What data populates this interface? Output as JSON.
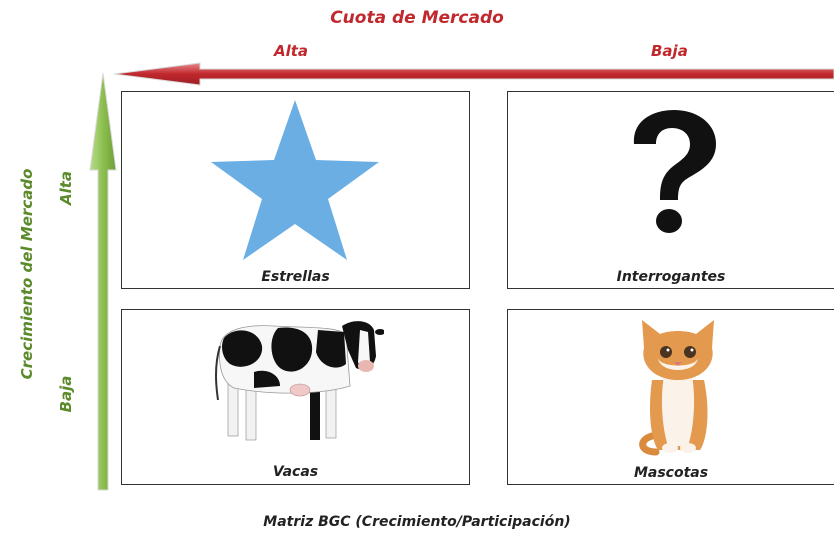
{
  "top_axis": {
    "title": "Cuota de Mercado",
    "high": "Alta",
    "low": "Baja"
  },
  "side_axis": {
    "title": "Crecimiento del Mercado",
    "high": "Alta",
    "low": "Baja"
  },
  "quadrants": {
    "stars": {
      "label": "Estrellas",
      "icon": "star-icon"
    },
    "question": {
      "label": "Interrogantes",
      "icon": "question-mark-icon"
    },
    "cows": {
      "label": "Vacas",
      "icon": "cow-icon"
    },
    "dogs": {
      "label": "Mascotas",
      "icon": "kitten-icon"
    }
  },
  "footer": "Matriz BGC (Crecimiento/Participación)",
  "colors": {
    "red": "#c0282d",
    "green": "#8cbf4f",
    "star": "#6baee3"
  }
}
